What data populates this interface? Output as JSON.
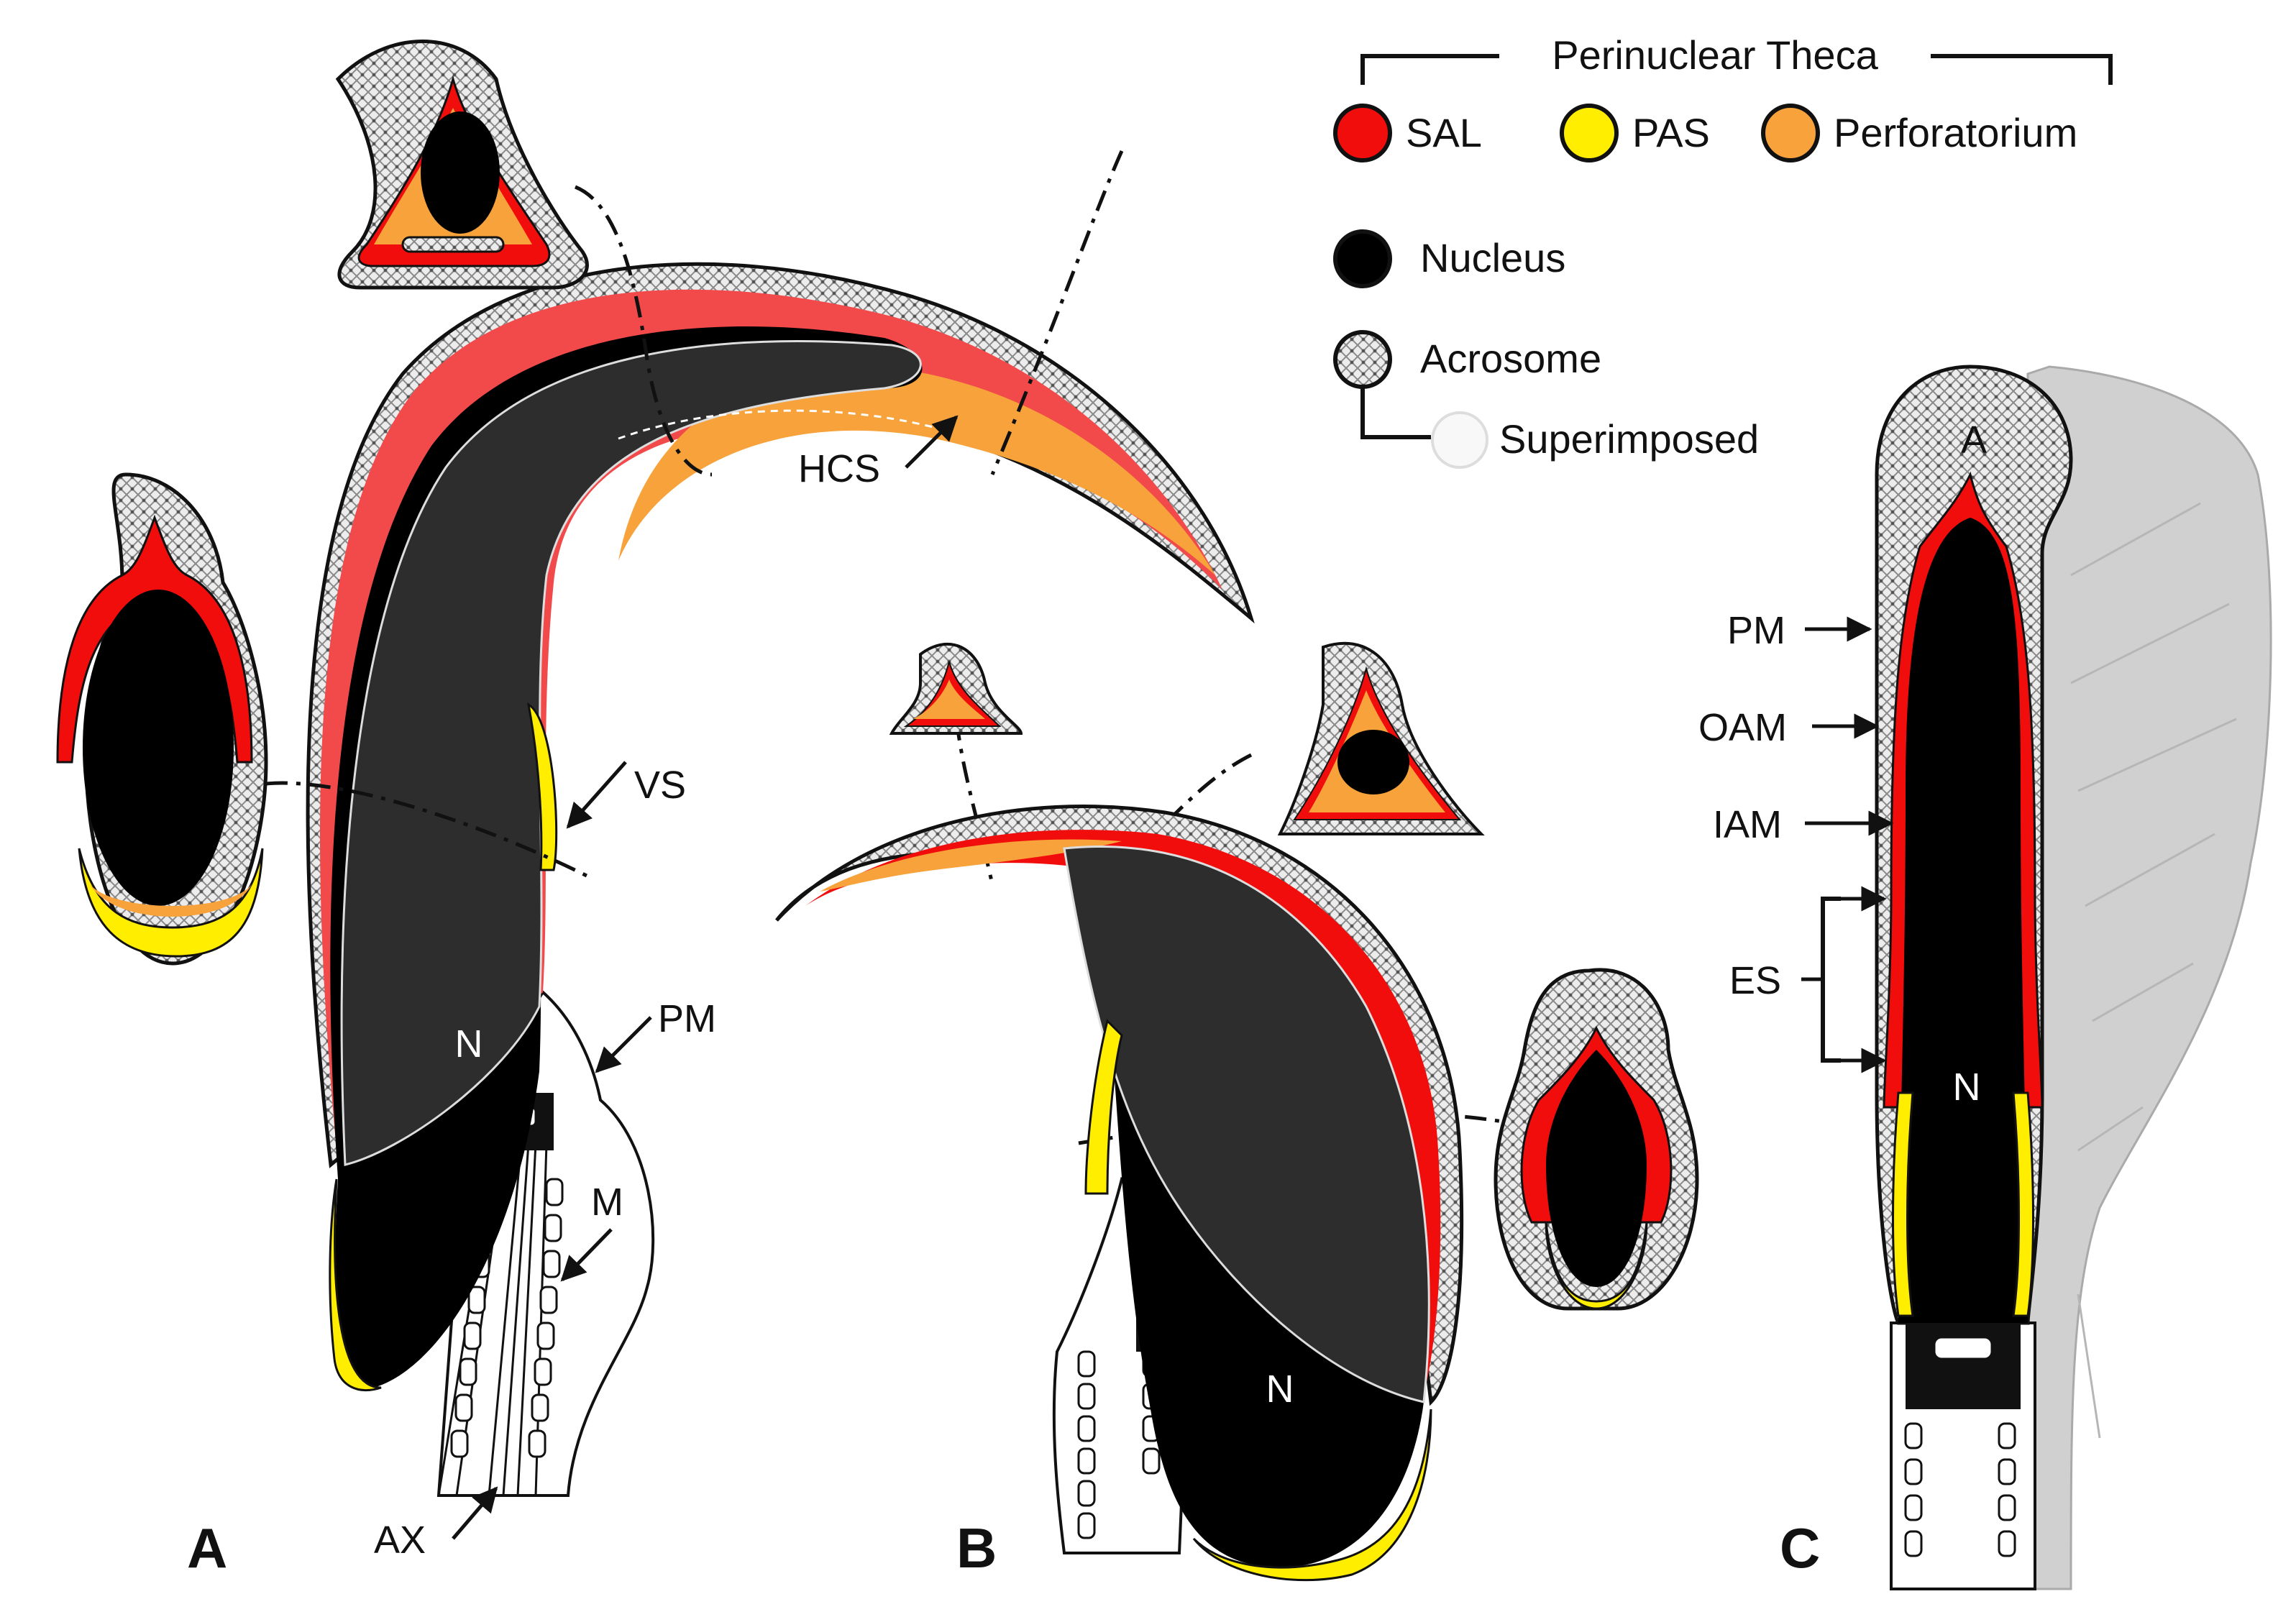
{
  "colors": {
    "sal": "#f20d0d",
    "pas": "#ffee00",
    "perforatorium": "#f7a23a",
    "nucleus": "#000000",
    "nucleus_superimposed": "#2d2d2d",
    "acrosome_fill": "#e8e8e8",
    "superimposed_bg": "#d0d0d0",
    "outline": "#111111"
  },
  "legend": {
    "header": "Perinuclear Theca",
    "items": [
      {
        "label": "SAL",
        "icon": "red-circle-icon"
      },
      {
        "label": "PAS",
        "icon": "yellow-circle-icon"
      },
      {
        "label": "Perforatorium",
        "icon": "orange-circle-icon"
      }
    ],
    "nucleus": {
      "label": "Nucleus",
      "icon": "black-circle-icon"
    },
    "acrosome": {
      "label": "Acrosome",
      "icon": "dotted-circle-icon"
    },
    "superimposed": {
      "label": "Superimposed",
      "icon": "white-circle-icon"
    }
  },
  "panels": {
    "a": {
      "letter": "A",
      "labels": {
        "n": "N",
        "vs": "VS",
        "pm": "PM",
        "m": "M",
        "ax": "AX"
      }
    },
    "b": {
      "letter": "B",
      "labels": {
        "n": "N",
        "hcs": "HCS"
      }
    },
    "c": {
      "letter": "C",
      "labels": {
        "a": "A",
        "pm": "PM",
        "oam": "OAM",
        "iam": "IAM",
        "es": "ES",
        "n": "N"
      }
    }
  }
}
